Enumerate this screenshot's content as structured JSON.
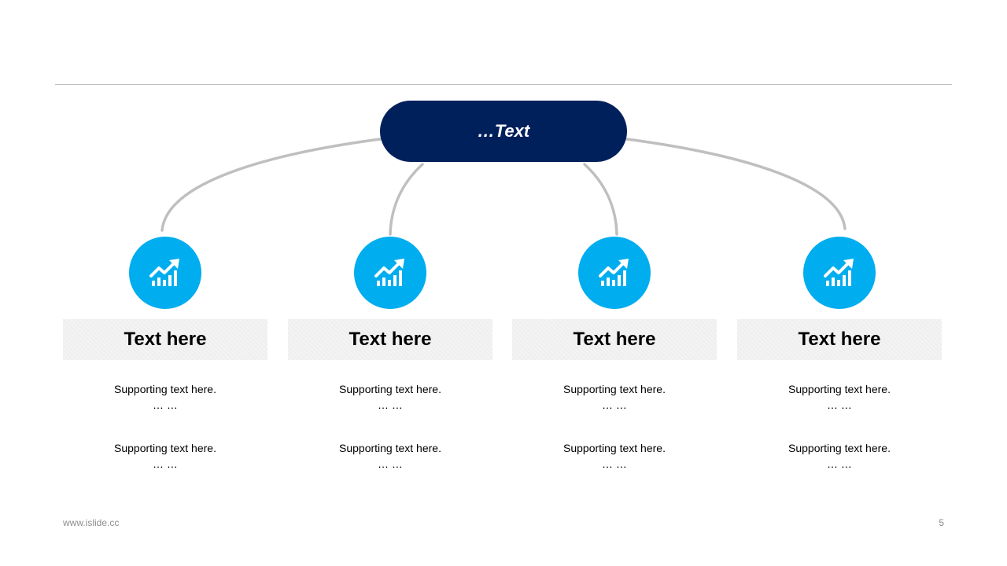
{
  "hub": {
    "label": "…Text"
  },
  "columns": [
    {
      "title": "Text here",
      "support": [
        {
          "text": "Supporting  text here.",
          "ellipsis": "… …"
        },
        {
          "text": "Supporting  text here.",
          "ellipsis": "… …"
        }
      ]
    },
    {
      "title": "Text here",
      "support": [
        {
          "text": "Supporting  text here.",
          "ellipsis": "… …"
        },
        {
          "text": "Supporting  text here.",
          "ellipsis": "… …"
        }
      ]
    },
    {
      "title": "Text here",
      "support": [
        {
          "text": "Supporting  text here.",
          "ellipsis": "… …"
        },
        {
          "text": "Supporting  text here.",
          "ellipsis": "… …"
        }
      ]
    },
    {
      "title": "Text here",
      "support": [
        {
          "text": "Supporting  text here.",
          "ellipsis": "… …"
        },
        {
          "text": "Supporting  text here.",
          "ellipsis": "… …"
        }
      ]
    }
  ],
  "icon": "growth-chart-icon",
  "colors": {
    "hub": "#00205b",
    "circle": "#00adef",
    "connector": "#bfbfbf",
    "title_bg": "#f0f0f0"
  },
  "footer": {
    "website": "www.islide.cc",
    "page_number": "5"
  }
}
